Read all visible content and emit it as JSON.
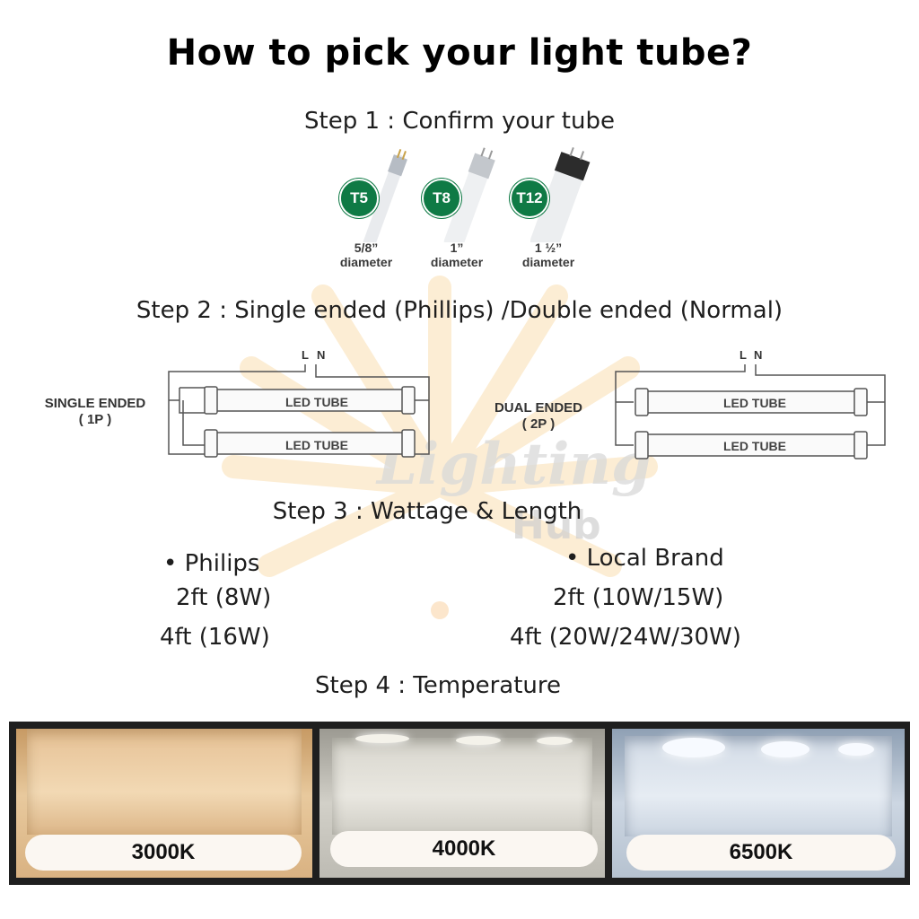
{
  "title": "How to pick your light tube?",
  "watermark": {
    "line1": "Lighting",
    "line2": "Hub"
  },
  "step1": {
    "heading": "Step 1 : Confirm your tube",
    "tubes": [
      {
        "badge": "T5",
        "size": "5/8”",
        "unit": "diameter"
      },
      {
        "badge": "T8",
        "size": "1”",
        "unit": "diameter"
      },
      {
        "badge": "T12",
        "size": "1 ½”",
        "unit": "diameter"
      }
    ]
  },
  "step2": {
    "heading": "Step 2 : Single ended (Phillips) /Double ended (Normal)",
    "single": {
      "label": "SINGLE ENDED",
      "sub": "( 1P )",
      "l": "L",
      "n": "N",
      "tube1": "LED TUBE",
      "tube2": "LED TUBE"
    },
    "dual": {
      "label": "DUAL ENDED",
      "sub": "( 2P )",
      "l": "L",
      "n": "N",
      "tube1": "LED TUBE",
      "tube2": "LED TUBE"
    }
  },
  "step3": {
    "heading": "Step 3 : Wattage & Length",
    "philips": {
      "title": "• Philips",
      "line1": "2ft (8W)",
      "line2": "4ft (16W)"
    },
    "local": {
      "title": "• Local Brand",
      "line1": "2ft (10W/15W)",
      "line2": "4ft (20W/24W/30W)"
    }
  },
  "step4": {
    "heading": "Step 4 : Temperature",
    "temps": [
      {
        "label": "3000K",
        "color": "#e6c39a"
      },
      {
        "label": "4000K",
        "color": "#dcdad3"
      },
      {
        "label": "6500K",
        "color": "#d6e0ec"
      }
    ]
  }
}
